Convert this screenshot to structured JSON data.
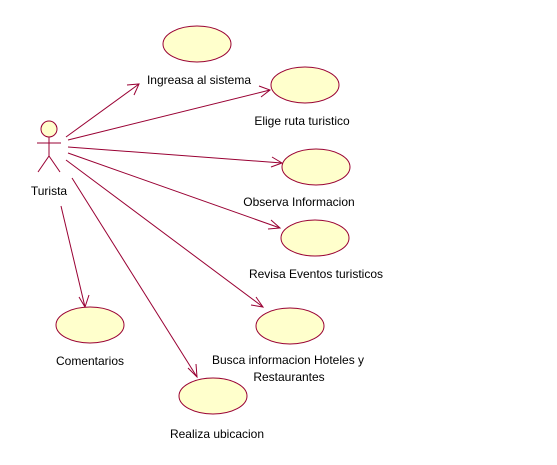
{
  "colors": {
    "background": "#ffffff",
    "ellipse_fill": "#ffffcc",
    "ellipse_stroke": "#990033",
    "line": "#990033",
    "text": "#000000"
  },
  "actor": {
    "label": "Turista"
  },
  "use_cases": [
    {
      "id": "ingreasa",
      "label_lines": [
        "Ingreasa al sistema"
      ]
    },
    {
      "id": "elige",
      "label_lines": [
        "Elige ruta turistico"
      ]
    },
    {
      "id": "observa",
      "label_lines": [
        "Observa Informacion"
      ]
    },
    {
      "id": "revisa",
      "label_lines": [
        "Revisa Eventos  turisticos"
      ]
    },
    {
      "id": "busca",
      "label_lines": [
        "Busca informacion Hoteles y",
        "Restaurantes"
      ]
    },
    {
      "id": "comentarios",
      "label_lines": [
        "Comentarios"
      ]
    },
    {
      "id": "realiza",
      "label_lines": [
        "Realiza ubicacion"
      ]
    }
  ]
}
